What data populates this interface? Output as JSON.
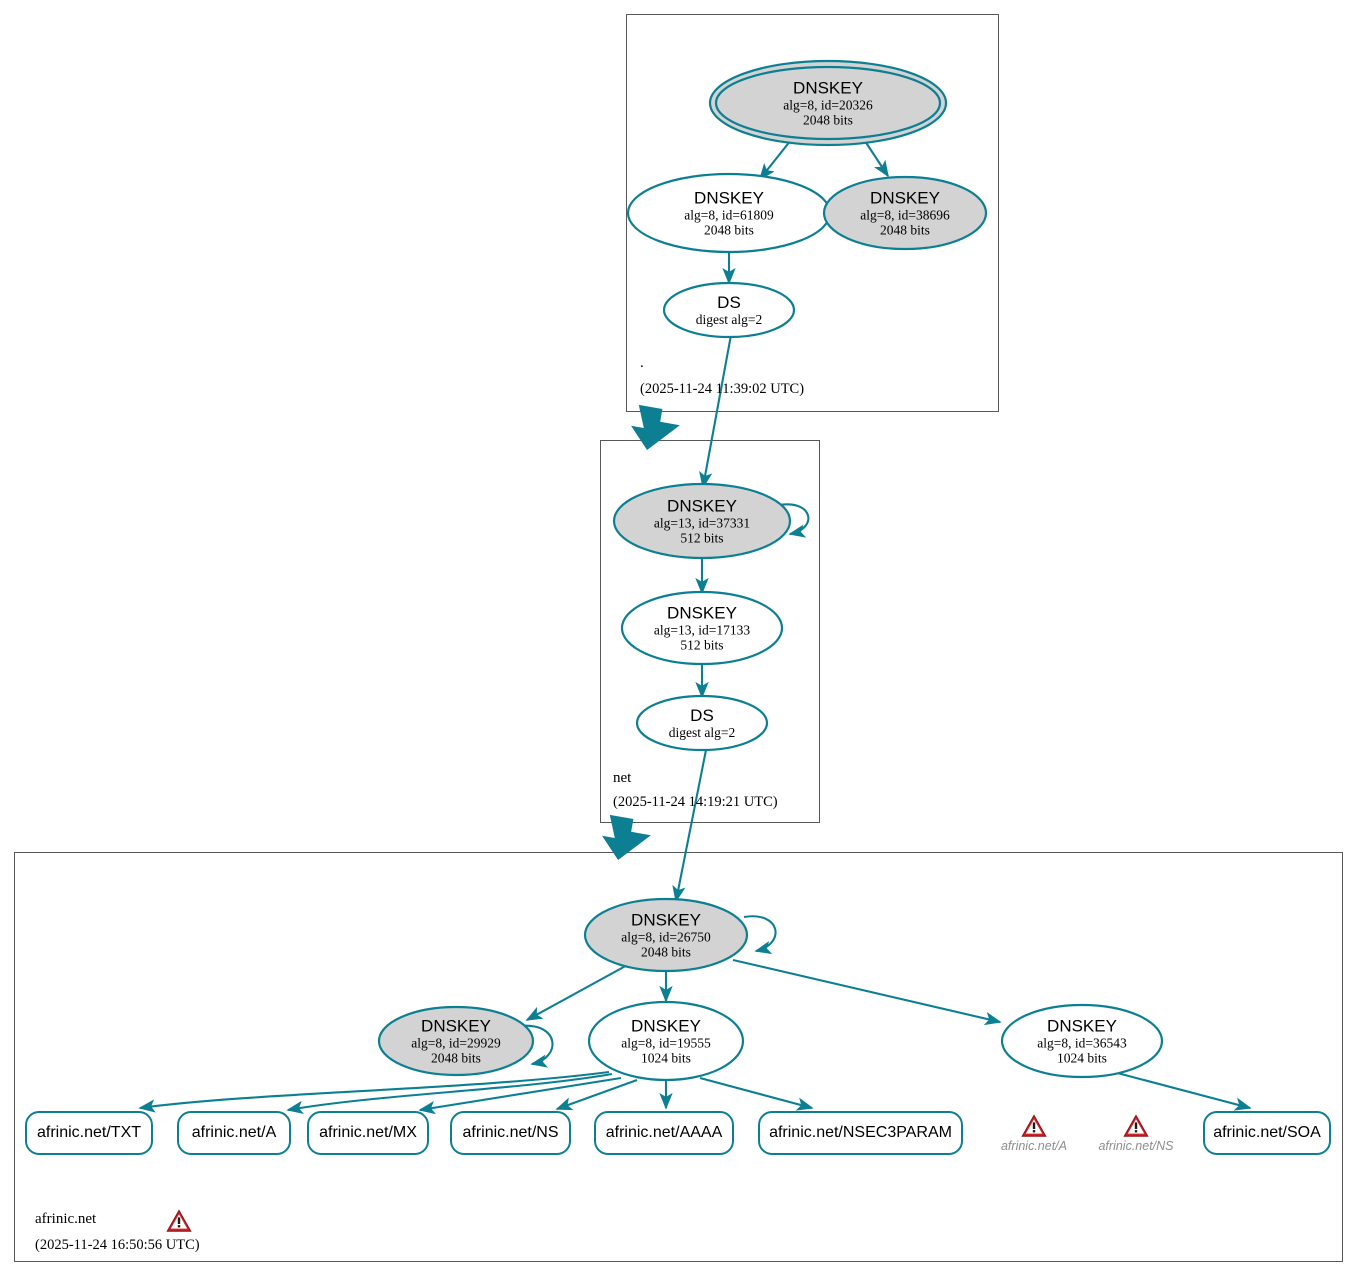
{
  "diagram": {
    "title": "DNSSEC authentication chain for afrinic.net",
    "accent_color": "#0d7f93",
    "node_fill_secure": "#d3d3d3",
    "node_fill_plain": "#ffffff",
    "box_border_color": "#58585a",
    "warning_color": "#cc2229"
  },
  "zones": [
    {
      "id": "root",
      "label": ".",
      "timestamp": "(2025-11-24 11:39:02 UTC)",
      "nodes": [
        {
          "id": "root-ksk",
          "kind": "dnskey",
          "title": "DNSKEY",
          "line2": "alg=8, id=20326",
          "line3": "2048 bits",
          "alg": 8,
          "key_id": 20326,
          "bits": 2048,
          "trust_anchor": true,
          "shaded": true,
          "self_signed": true
        },
        {
          "id": "root-zsk-61809",
          "kind": "dnskey",
          "title": "DNSKEY",
          "line2": "alg=8, id=61809",
          "line3": "2048 bits",
          "alg": 8,
          "key_id": 61809,
          "bits": 2048,
          "trust_anchor": false,
          "shaded": false,
          "self_signed": false
        },
        {
          "id": "root-zsk-38696",
          "kind": "dnskey",
          "title": "DNSKEY",
          "line2": "alg=8, id=38696",
          "line3": "2048 bits",
          "alg": 8,
          "key_id": 38696,
          "bits": 2048,
          "trust_anchor": false,
          "shaded": true,
          "self_signed": false
        },
        {
          "id": "root-ds",
          "kind": "ds",
          "title": "DS",
          "line2": "digest alg=2",
          "digest_alg": 2,
          "shaded": false
        }
      ]
    },
    {
      "id": "net",
      "label": "net",
      "timestamp": "(2025-11-24 14:19:21 UTC)",
      "nodes": [
        {
          "id": "net-ksk",
          "kind": "dnskey",
          "title": "DNSKEY",
          "line2": "alg=13, id=37331",
          "line3": "512 bits",
          "alg": 13,
          "key_id": 37331,
          "bits": 512,
          "trust_anchor": false,
          "shaded": true,
          "self_signed": true
        },
        {
          "id": "net-zsk",
          "kind": "dnskey",
          "title": "DNSKEY",
          "line2": "alg=13, id=17133",
          "line3": "512 bits",
          "alg": 13,
          "key_id": 17133,
          "bits": 512,
          "trust_anchor": false,
          "shaded": false,
          "self_signed": false
        },
        {
          "id": "net-ds",
          "kind": "ds",
          "title": "DS",
          "line2": "digest alg=2",
          "digest_alg": 2,
          "shaded": false
        }
      ]
    },
    {
      "id": "afrinic",
      "label": "afrinic.net",
      "timestamp": "(2025-11-24 16:50:56 UTC)",
      "has_warning": true,
      "nodes": [
        {
          "id": "afr-ksk",
          "kind": "dnskey",
          "title": "DNSKEY",
          "line2": "alg=8, id=26750",
          "line3": "2048 bits",
          "alg": 8,
          "key_id": 26750,
          "bits": 2048,
          "trust_anchor": false,
          "shaded": true,
          "self_signed": true
        },
        {
          "id": "afr-key-29929",
          "kind": "dnskey",
          "title": "DNSKEY",
          "line2": "alg=8, id=29929",
          "line3": "2048 bits",
          "alg": 8,
          "key_id": 29929,
          "bits": 2048,
          "trust_anchor": false,
          "shaded": true,
          "self_signed": true
        },
        {
          "id": "afr-key-19555",
          "kind": "dnskey",
          "title": "DNSKEY",
          "line2": "alg=8, id=19555",
          "line3": "1024 bits",
          "alg": 8,
          "key_id": 19555,
          "bits": 1024,
          "trust_anchor": false,
          "shaded": false,
          "self_signed": false
        },
        {
          "id": "afr-key-36543",
          "kind": "dnskey",
          "title": "DNSKEY",
          "line2": "alg=8, id=36543",
          "line3": "1024 bits",
          "alg": 8,
          "key_id": 36543,
          "bits": 1024,
          "trust_anchor": false,
          "shaded": false,
          "self_signed": false
        }
      ],
      "rrsets": [
        {
          "id": "rr-txt",
          "label": "afrinic.net/TXT"
        },
        {
          "id": "rr-a",
          "label": "afrinic.net/A"
        },
        {
          "id": "rr-mx",
          "label": "afrinic.net/MX"
        },
        {
          "id": "rr-ns",
          "label": "afrinic.net/NS"
        },
        {
          "id": "rr-aaaa",
          "label": "afrinic.net/AAAA"
        },
        {
          "id": "rr-nsec3param",
          "label": "afrinic.net/NSEC3PARAM"
        },
        {
          "id": "rr-soa",
          "label": "afrinic.net/SOA"
        }
      ],
      "error_nodes": [
        {
          "id": "err-a",
          "label": "afrinic.net/A",
          "icon": "warning-triangle-icon"
        },
        {
          "id": "err-ns",
          "label": "afrinic.net/NS",
          "icon": "warning-triangle-icon"
        }
      ]
    }
  ]
}
